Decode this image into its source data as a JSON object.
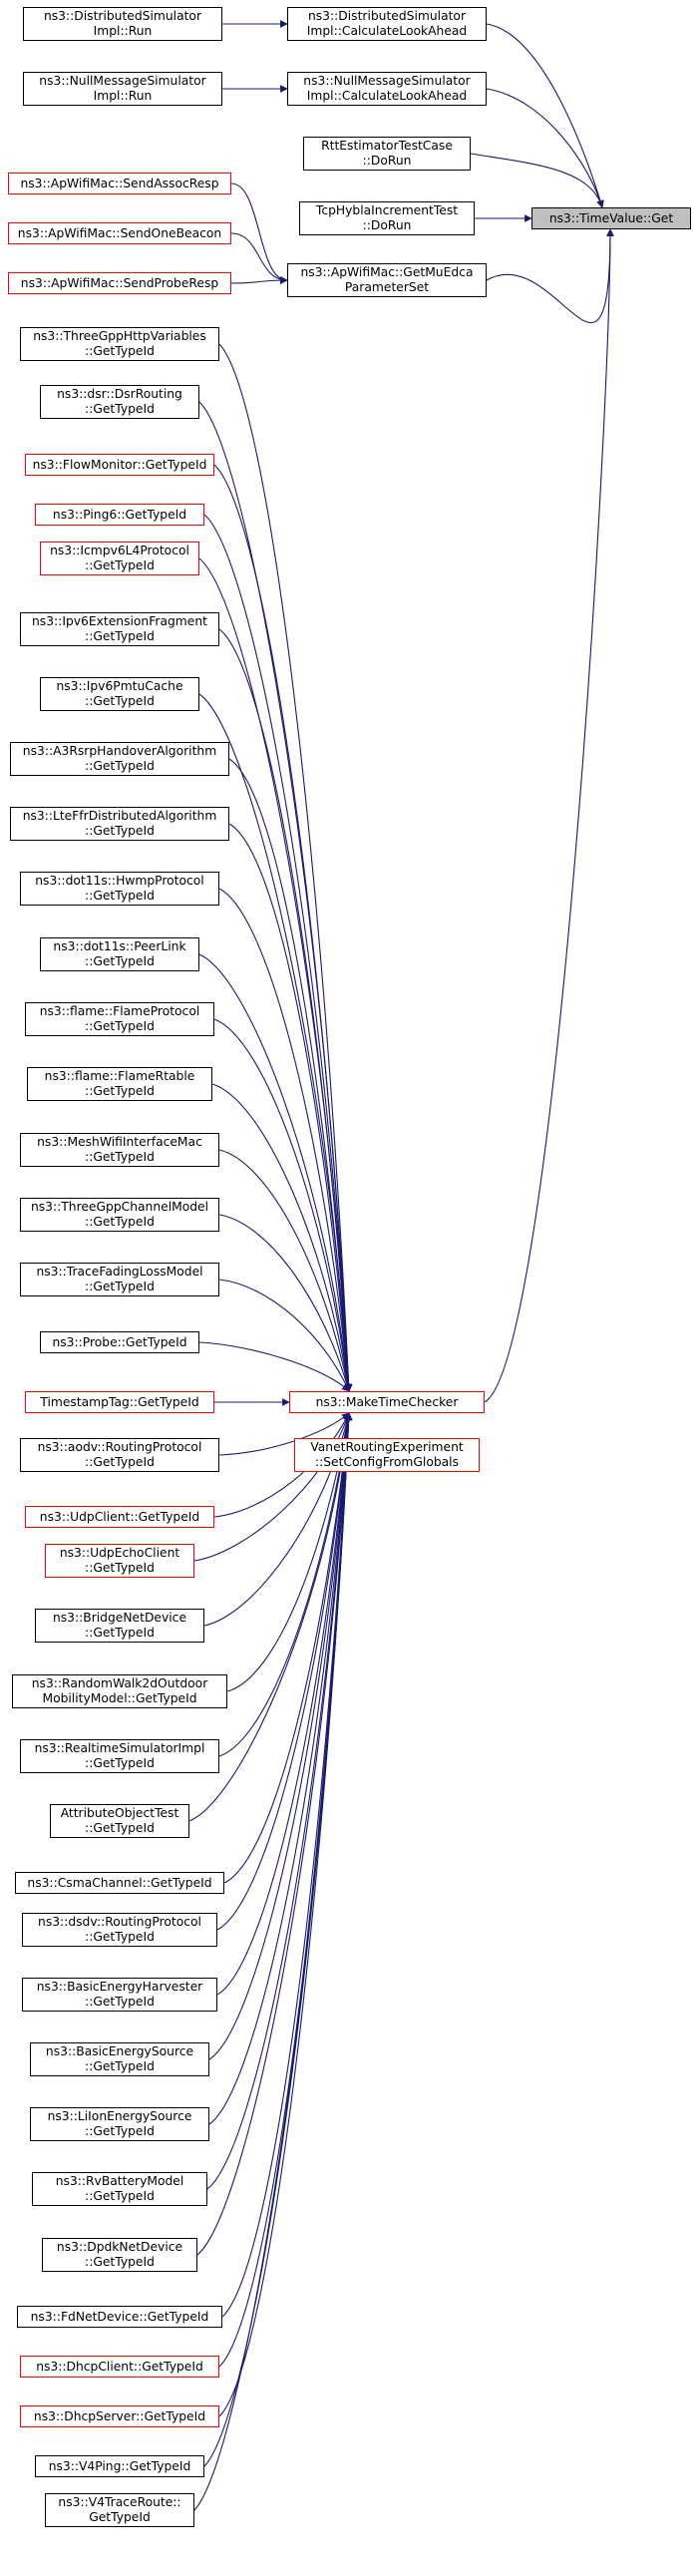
{
  "edge_color": "#191970",
  "colors": {
    "default_border": "#000000",
    "truncated_border": "#ff0000",
    "target_fill": "#bfbfbf"
  },
  "target": {
    "id": "tvget",
    "lines": [
      "ns3::TimeValue::Get"
    ]
  },
  "nodes": [
    {
      "id": "dsrun",
      "lines": [
        "ns3::DistributedSimulator",
        "Impl::Run"
      ],
      "red": false
    },
    {
      "id": "dscla",
      "lines": [
        "ns3::DistributedSimulator",
        "Impl::CalculateLookAhead"
      ],
      "red": false
    },
    {
      "id": "nmrun",
      "lines": [
        "ns3::NullMessageSimulator",
        "Impl::Run"
      ],
      "red": false
    },
    {
      "id": "nmcla",
      "lines": [
        "ns3::NullMessageSimulator",
        "Impl::CalculateLookAhead"
      ],
      "red": false
    },
    {
      "id": "rtt",
      "lines": [
        "RttEstimatorTestCase",
        "::DoRun"
      ],
      "red": false
    },
    {
      "id": "tcph",
      "lines": [
        "TcpHyblaIncrementTest",
        "::DoRun"
      ],
      "red": false
    },
    {
      "id": "assoc",
      "lines": [
        "ns3::ApWifiMac::SendAssocResp"
      ],
      "red": true
    },
    {
      "id": "beacon",
      "lines": [
        "ns3::ApWifiMac::SendOneBeacon"
      ],
      "red": true
    },
    {
      "id": "probe",
      "lines": [
        "ns3::ApWifiMac::SendProbeResp"
      ],
      "red": true
    },
    {
      "id": "muedca",
      "lines": [
        "ns3::ApWifiMac::GetMuEdca",
        "ParameterSet"
      ],
      "red": false
    },
    {
      "id": "mtc",
      "lines": [
        "ns3::MakeTimeChecker"
      ],
      "red": true
    },
    {
      "id": "vanet",
      "lines": [
        "VanetRoutingExperiment",
        "::SetConfigFromGlobals"
      ],
      "red": true
    },
    {
      "id": "l0",
      "lines": [
        "ns3::ThreeGppHttpVariables",
        "::GetTypeId"
      ],
      "red": false
    },
    {
      "id": "l1",
      "lines": [
        "ns3::dsr::DsrRouting",
        "::GetTypeId"
      ],
      "red": false
    },
    {
      "id": "l2",
      "lines": [
        "ns3::FlowMonitor::GetTypeId"
      ],
      "red": true
    },
    {
      "id": "l3",
      "lines": [
        "ns3::Ping6::GetTypeId"
      ],
      "red": true
    },
    {
      "id": "l4",
      "lines": [
        "ns3::Icmpv6L4Protocol",
        "::GetTypeId"
      ],
      "red": true
    },
    {
      "id": "l5",
      "lines": [
        "ns3::Ipv6ExtensionFragment",
        "::GetTypeId"
      ],
      "red": false
    },
    {
      "id": "l6",
      "lines": [
        "ns3::Ipv6PmtuCache",
        "::GetTypeId"
      ],
      "red": false
    },
    {
      "id": "l7",
      "lines": [
        "ns3::A3RsrpHandoverAlgorithm",
        "::GetTypeId"
      ],
      "red": false
    },
    {
      "id": "l8",
      "lines": [
        "ns3::LteFfrDistributedAlgorithm",
        "::GetTypeId"
      ],
      "red": false
    },
    {
      "id": "l9",
      "lines": [
        "ns3::dot11s::HwmpProtocol",
        "::GetTypeId"
      ],
      "red": false
    },
    {
      "id": "l10",
      "lines": [
        "ns3::dot11s::PeerLink",
        "::GetTypeId"
      ],
      "red": false
    },
    {
      "id": "l11",
      "lines": [
        "ns3::flame::FlameProtocol",
        "::GetTypeId"
      ],
      "red": false
    },
    {
      "id": "l12",
      "lines": [
        "ns3::flame::FlameRtable",
        "::GetTypeId"
      ],
      "red": false
    },
    {
      "id": "l13",
      "lines": [
        "ns3::MeshWifiInterfaceMac",
        "::GetTypeId"
      ],
      "red": false
    },
    {
      "id": "l14",
      "lines": [
        "ns3::ThreeGppChannelModel",
        "::GetTypeId"
      ],
      "red": false
    },
    {
      "id": "l15",
      "lines": [
        "ns3::TraceFadingLossModel",
        "::GetTypeId"
      ],
      "red": false
    },
    {
      "id": "l16",
      "lines": [
        "ns3::Probe::GetTypeId"
      ],
      "red": false
    },
    {
      "id": "l17",
      "lines": [
        "TimestampTag::GetTypeId"
      ],
      "red": true
    },
    {
      "id": "l18",
      "lines": [
        "ns3::aodv::RoutingProtocol",
        "::GetTypeId"
      ],
      "red": false
    },
    {
      "id": "l19",
      "lines": [
        "ns3::UdpClient::GetTypeId"
      ],
      "red": true
    },
    {
      "id": "l20",
      "lines": [
        "ns3::UdpEchoClient",
        "::GetTypeId"
      ],
      "red": true
    },
    {
      "id": "l21",
      "lines": [
        "ns3::BridgeNetDevice",
        "::GetTypeId"
      ],
      "red": false
    },
    {
      "id": "l22",
      "lines": [
        "ns3::RandomWalk2dOutdoor",
        "MobilityModel::GetTypeId"
      ],
      "red": false
    },
    {
      "id": "l23",
      "lines": [
        "ns3::RealtimeSimulatorImpl",
        "::GetTypeId"
      ],
      "red": false
    },
    {
      "id": "l24",
      "lines": [
        "AttributeObjectTest",
        "::GetTypeId"
      ],
      "red": false
    },
    {
      "id": "l25",
      "lines": [
        "ns3::CsmaChannel::GetTypeId"
      ],
      "red": false
    },
    {
      "id": "l26",
      "lines": [
        "ns3::dsdv::RoutingProtocol",
        "::GetTypeId"
      ],
      "red": false
    },
    {
      "id": "l27",
      "lines": [
        "ns3::BasicEnergyHarvester",
        "::GetTypeId"
      ],
      "red": false
    },
    {
      "id": "l28",
      "lines": [
        "ns3::BasicEnergySource",
        "::GetTypeId"
      ],
      "red": false
    },
    {
      "id": "l29",
      "lines": [
        "ns3::LiIonEnergySource",
        "::GetTypeId"
      ],
      "red": false
    },
    {
      "id": "l30",
      "lines": [
        "ns3::RvBatteryModel",
        "::GetTypeId"
      ],
      "red": false
    },
    {
      "id": "l31",
      "lines": [
        "ns3::DpdkNetDevice",
        "::GetTypeId"
      ],
      "red": false
    },
    {
      "id": "l32",
      "lines": [
        "ns3::FdNetDevice::GetTypeId"
      ],
      "red": false
    },
    {
      "id": "l33",
      "lines": [
        "ns3::DhcpClient::GetTypeId"
      ],
      "red": true
    },
    {
      "id": "l34",
      "lines": [
        "ns3::DhcpServer::GetTypeId"
      ],
      "red": true
    },
    {
      "id": "l35",
      "lines": [
        "ns3::V4Ping::GetTypeId"
      ],
      "red": false
    },
    {
      "id": "l36",
      "lines": [
        "ns3::V4TraceRoute::",
        "GetTypeId"
      ],
      "red": false
    }
  ],
  "edges": [
    [
      "dsrun",
      "dscla"
    ],
    [
      "nmrun",
      "nmcla"
    ],
    [
      "dscla",
      "tvget"
    ],
    [
      "nmcla",
      "tvget"
    ],
    [
      "rtt",
      "tvget"
    ],
    [
      "tcph",
      "tvget"
    ],
    [
      "muedca",
      "tvget"
    ],
    [
      "mtc",
      "tvget"
    ],
    [
      "assoc",
      "muedca"
    ],
    [
      "beacon",
      "muedca"
    ],
    [
      "probe",
      "muedca"
    ],
    [
      "l0",
      "mtc"
    ],
    [
      "l1",
      "mtc"
    ],
    [
      "l2",
      "mtc"
    ],
    [
      "l3",
      "mtc"
    ],
    [
      "l4",
      "mtc"
    ],
    [
      "l5",
      "mtc"
    ],
    [
      "l6",
      "mtc"
    ],
    [
      "l7",
      "mtc"
    ],
    [
      "l8",
      "mtc"
    ],
    [
      "l9",
      "mtc"
    ],
    [
      "l10",
      "mtc"
    ],
    [
      "l11",
      "mtc"
    ],
    [
      "l12",
      "mtc"
    ],
    [
      "l13",
      "mtc"
    ],
    [
      "l14",
      "mtc"
    ],
    [
      "l15",
      "mtc"
    ],
    [
      "l16",
      "mtc"
    ],
    [
      "l17",
      "mtc"
    ],
    [
      "l18",
      "mtc"
    ],
    [
      "l19",
      "mtc"
    ],
    [
      "l20",
      "mtc"
    ],
    [
      "l21",
      "mtc"
    ],
    [
      "l22",
      "mtc"
    ],
    [
      "l23",
      "mtc"
    ],
    [
      "l24",
      "mtc"
    ],
    [
      "l25",
      "mtc"
    ],
    [
      "l26",
      "mtc"
    ],
    [
      "l27",
      "mtc"
    ],
    [
      "l28",
      "mtc"
    ],
    [
      "l29",
      "mtc"
    ],
    [
      "l30",
      "mtc"
    ],
    [
      "l31",
      "mtc"
    ],
    [
      "l32",
      "mtc"
    ],
    [
      "l33",
      "mtc"
    ],
    [
      "l34",
      "mtc"
    ],
    [
      "l35",
      "mtc"
    ],
    [
      "l36",
      "mtc"
    ]
  ]
}
